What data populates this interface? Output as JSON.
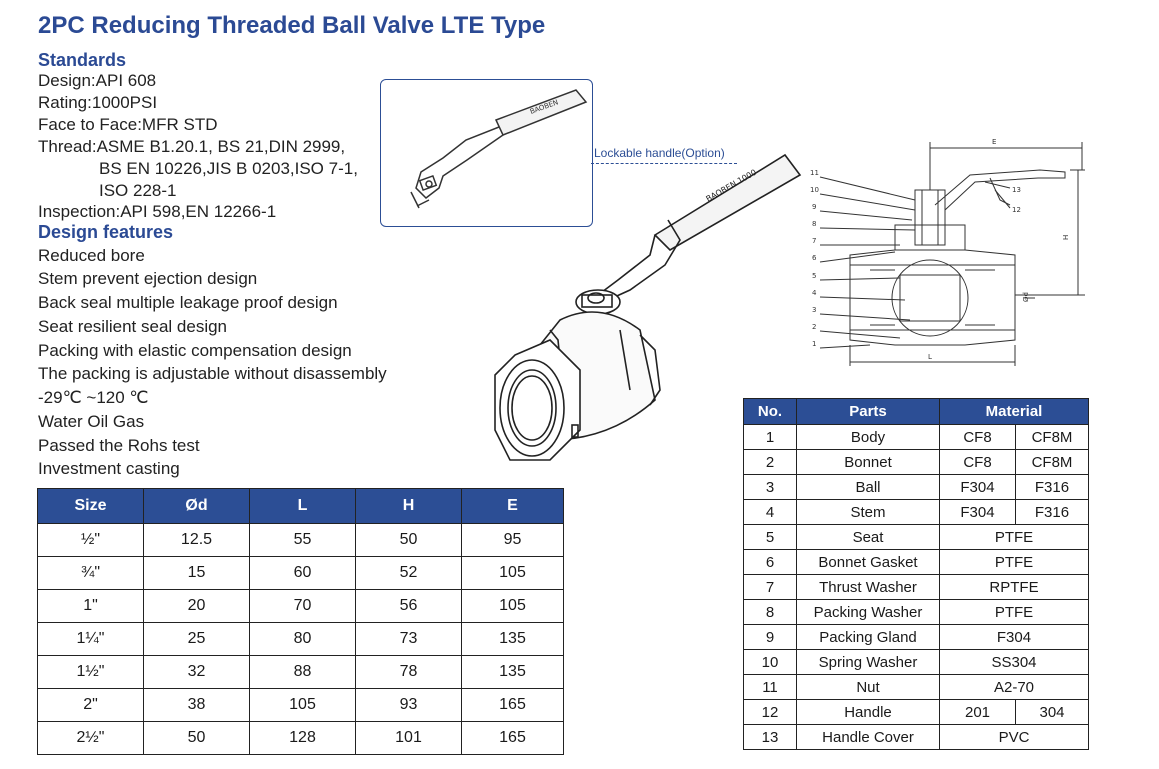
{
  "title": "2PC Reducing Threaded Ball Valve LTE Type",
  "standards": {
    "heading": "Standards",
    "design": "Design:API 608",
    "rating": "Rating:1000PSI",
    "face_to_face": "Face to Face:MFR STD",
    "thread_1": "Thread:ASME B1.20.1, BS 21,DIN 2999,",
    "thread_2": "BS EN 10226,JIS B 0203,ISO 7-1,",
    "thread_3": "ISO 228-1",
    "inspection": "Inspection:API 598,EN 12266-1"
  },
  "features": {
    "heading": "Design features",
    "items": [
      "Reduced bore",
      "Stem prevent ejection design",
      "Back seal multiple leakage proof design",
      "Seat resilient seal design",
      "Packing with elastic compensation design",
      "The packing is adjustable without disassembly",
      "-29℃ ~120 ℃",
      "Water Oil Gas",
      "Passed the Rohs test",
      "Investment casting"
    ]
  },
  "callout": {
    "label": "Lockable handle(Option)"
  },
  "handle_text": "BAOBEN 1000",
  "drawing_labels": {
    "e": "E",
    "h": "H",
    "l": "L",
    "od": "Ød",
    "parts": [
      "11",
      "10",
      "9",
      "8",
      "7",
      "6",
      "5",
      "4",
      "3",
      "2",
      "1",
      "13",
      "12"
    ]
  },
  "size_table": {
    "headers": [
      "Size",
      "Ød",
      "L",
      "H",
      "E"
    ],
    "rows": [
      [
        "½\"",
        "12.5",
        "55",
        "50",
        "95"
      ],
      [
        "¾\"",
        "15",
        "60",
        "52",
        "105"
      ],
      [
        "1\"",
        "20",
        "70",
        "56",
        "105"
      ],
      [
        "1¼\"",
        "25",
        "80",
        "73",
        "135"
      ],
      [
        "1½\"",
        "32",
        "88",
        "78",
        "135"
      ],
      [
        "2\"",
        "38",
        "105",
        "93",
        "165"
      ],
      [
        "2½\"",
        "50",
        "128",
        "101",
        "165"
      ]
    ]
  },
  "material_table": {
    "headers": [
      "No.",
      "Parts",
      "Material"
    ],
    "rows": [
      {
        "no": "1",
        "part": "Body",
        "m1": "CF8",
        "m2": "CF8M"
      },
      {
        "no": "2",
        "part": "Bonnet",
        "m1": "CF8",
        "m2": "CF8M"
      },
      {
        "no": "3",
        "part": "Ball",
        "m1": "F304",
        "m2": "F316"
      },
      {
        "no": "4",
        "part": "Stem",
        "m1": "F304",
        "m2": "F316"
      },
      {
        "no": "5",
        "part": "Seat",
        "m": "PTFE"
      },
      {
        "no": "6",
        "part": "Bonnet Gasket",
        "m": "PTFE"
      },
      {
        "no": "7",
        "part": "Thrust Washer",
        "m": "RPTFE"
      },
      {
        "no": "8",
        "part": "Packing Washer",
        "m": "PTFE"
      },
      {
        "no": "9",
        "part": "Packing Gland",
        "m": "F304"
      },
      {
        "no": "10",
        "part": "Spring Washer",
        "m": "SS304"
      },
      {
        "no": "11",
        "part": "Nut",
        "m": "A2-70"
      },
      {
        "no": "12",
        "part": "Handle",
        "m1": "201",
        "m2": "304"
      },
      {
        "no": "13",
        "part": "Handle Cover",
        "m": "PVC"
      }
    ]
  }
}
